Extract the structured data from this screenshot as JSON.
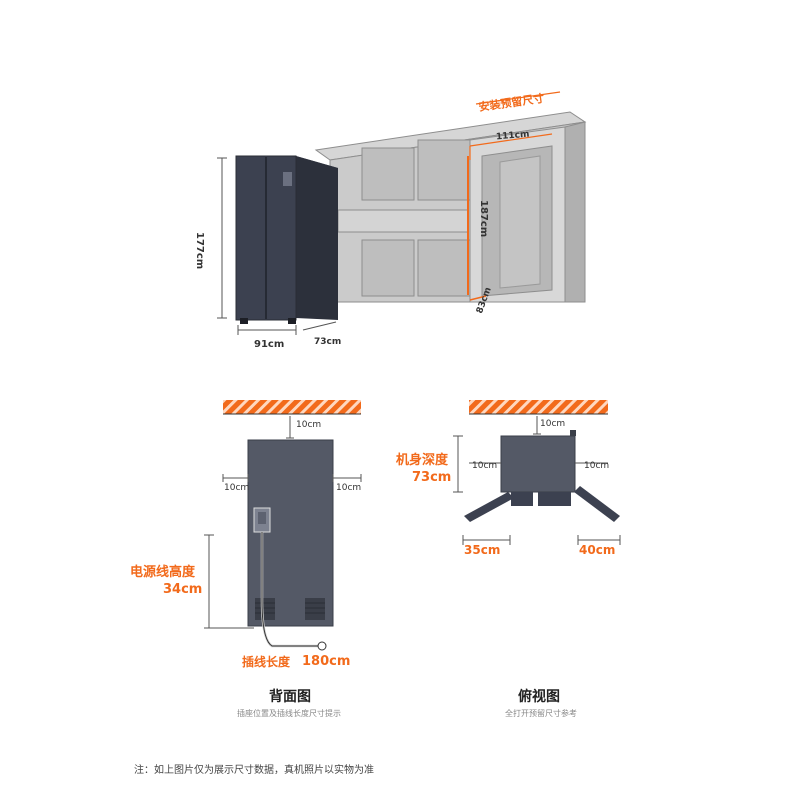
{
  "colors": {
    "accent": "#f26a1b",
    "fridge": "#3c4150",
    "cabinet": "#c9c9c9",
    "cabinet_outline": "#8e8e8e",
    "dimension_line": "#555555"
  },
  "top_view": {
    "height": "177cm",
    "width": "91cm",
    "depth": "73cm",
    "install_title": "安装预留尺寸",
    "install_width": "111cm",
    "install_height": "187cm",
    "install_depth": "83cm"
  },
  "back_view": {
    "gap_top": "10cm",
    "gap_left": "10cm",
    "gap_right": "10cm",
    "outlet_height_label": "电源线高度",
    "outlet_height_value": "34cm",
    "cord_length_label": "插线长度",
    "cord_length_value": "180cm",
    "title": "背面图",
    "subtitle": "插座位置及插线长度尺寸提示"
  },
  "plan_view": {
    "gap_top": "10cm",
    "gap_left": "10cm",
    "gap_right": "10cm",
    "body_depth_label": "机身深度",
    "body_depth_value": "73cm",
    "left_door_clearance": "35cm",
    "right_door_clearance": "40cm",
    "title": "俯视图",
    "subtitle": "全打开预留尺寸参考"
  },
  "footnote": "注：如上图片仅为展示尺寸数据，真机照片以实物为准"
}
